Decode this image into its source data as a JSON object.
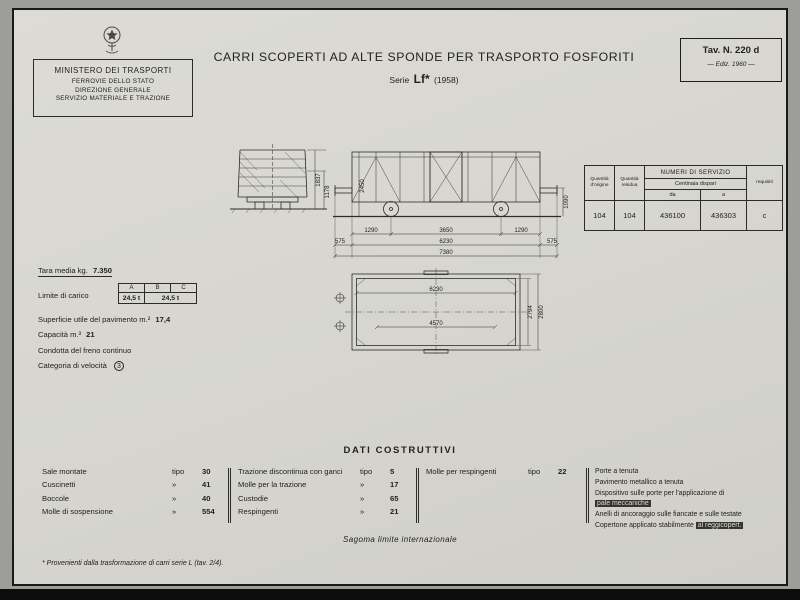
{
  "colors": {
    "paper": "#d6d5cf",
    "ink": "#22221f",
    "frame": "#191917",
    "highlight_bg": "#35342f",
    "highlight_text": "#dbdad4"
  },
  "header": {
    "ministry_line1": "MINISTERO DEI TRASPORTI",
    "ministry_line2": "FERROVIE DELLO STATO",
    "ministry_line3": "DIREZIONE GENERALE",
    "ministry_line4": "SERVIZIO MATERIALE E TRAZIONE",
    "title": "CARRI SCOPERTI AD ALTE SPONDE PER TRASPORTO FOSFORITI",
    "serie": {
      "label": "Serie",
      "value": "Lf*",
      "year": "(1958)"
    },
    "plate": "Tav. N. 220 d",
    "edition": "— Ediz. 1960 —"
  },
  "specs": {
    "tara_label": "Tara media kg.",
    "tara_value": "7.350",
    "limite_label": "Limite di carico",
    "limite_header": [
      "A",
      "B",
      "C"
    ],
    "limite_values": [
      "24,5 t",
      "24,5 t"
    ],
    "superficie_label": "Superficie utile del pavimento m.²",
    "superficie_value": "17,4",
    "capacita_label": "Capacità m.³",
    "capacita_value": "21",
    "condotta": "Condotta del freno continuo",
    "categoria_label": "Categoria di velocità",
    "categoria_value": "3"
  },
  "service_table": {
    "title": "NUMERI DI SERVIZIO",
    "col_origine": "Quantità d'origine",
    "col_residua": "Quantità residua",
    "col_group": "Centinaia dispari",
    "col_da": "da",
    "col_a": "a",
    "col_requisiti": "requisiti",
    "row": {
      "origine": "104",
      "residua": "104",
      "da": "436100",
      "a": "436303",
      "requisiti": "c"
    }
  },
  "drawing": {
    "end_height": "1837",
    "end_floor": "1178",
    "body_height": "2450",
    "buffer_height": "1090",
    "overhang_left": "1290",
    "wheelbase": "3650",
    "overhang_right": "1290",
    "buffer_gap_left": "575",
    "body_length": "6230",
    "buffer_gap_right": "575",
    "total_length": "7380",
    "plan_length": "6230",
    "plan_door": "4570",
    "plan_width_inner": "2794",
    "plan_width_outer": "2800"
  },
  "dati": {
    "title": "DATI COSTRUTTIVI",
    "col1": [
      {
        "label": "Sale montate",
        "unit": "tipo",
        "value": "30"
      },
      {
        "label": "Cuscinetti",
        "unit": "»",
        "value": "41"
      },
      {
        "label": "Boccole",
        "unit": "»",
        "value": "40"
      },
      {
        "label": "Molle di sospensione",
        "unit": "»",
        "value": "554"
      }
    ],
    "col2": [
      {
        "label": "Trazione discontinua con ganci",
        "unit": "tipo",
        "value": "5"
      },
      {
        "label": "Molle per la trazione",
        "unit": "»",
        "value": "17"
      },
      {
        "label": "Custodie",
        "unit": "»",
        "value": "65"
      },
      {
        "label": "Respingenti",
        "unit": "»",
        "value": "21"
      }
    ],
    "col3": [
      {
        "label": "Molle per respingenti",
        "unit": "tipo",
        "value": "22"
      }
    ],
    "features": {
      "f1": "Porte a tenuta",
      "f2": "Pavimento metallico a tenuta",
      "f3": "Dispositivo sulle porte per l'applicazione di",
      "f4": "pale meccaniche",
      "f5": "Anelli di ancoraggio sulle fiancate e sulle testate",
      "f6a": "Copertone applicato stabilmente ",
      "f6b": "al reggicopert."
    }
  },
  "footer": {
    "sagoma": "Sagoma limite internazionale",
    "footnote": "* Provenienti dalla trasformazione di carri serie L (tav. 2/4)."
  }
}
